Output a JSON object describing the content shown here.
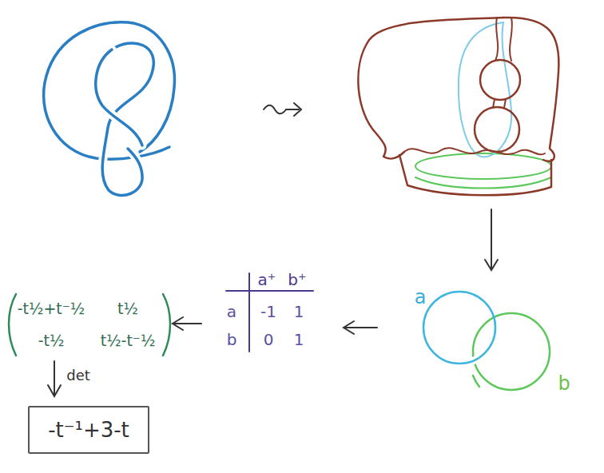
{
  "diagram": {
    "nodes": [
      {
        "text": [
          "-t⁻¹+3-t"
        ]
      }
    ],
    "labels": [
      "a",
      "b",
      "a⁺",
      "b⁺",
      "a",
      "-1",
      "1",
      "b",
      "0",
      "1",
      "-t½+t⁻½",
      "t½",
      "-t½",
      "t½-t⁻½",
      "det"
    ]
  }
}
